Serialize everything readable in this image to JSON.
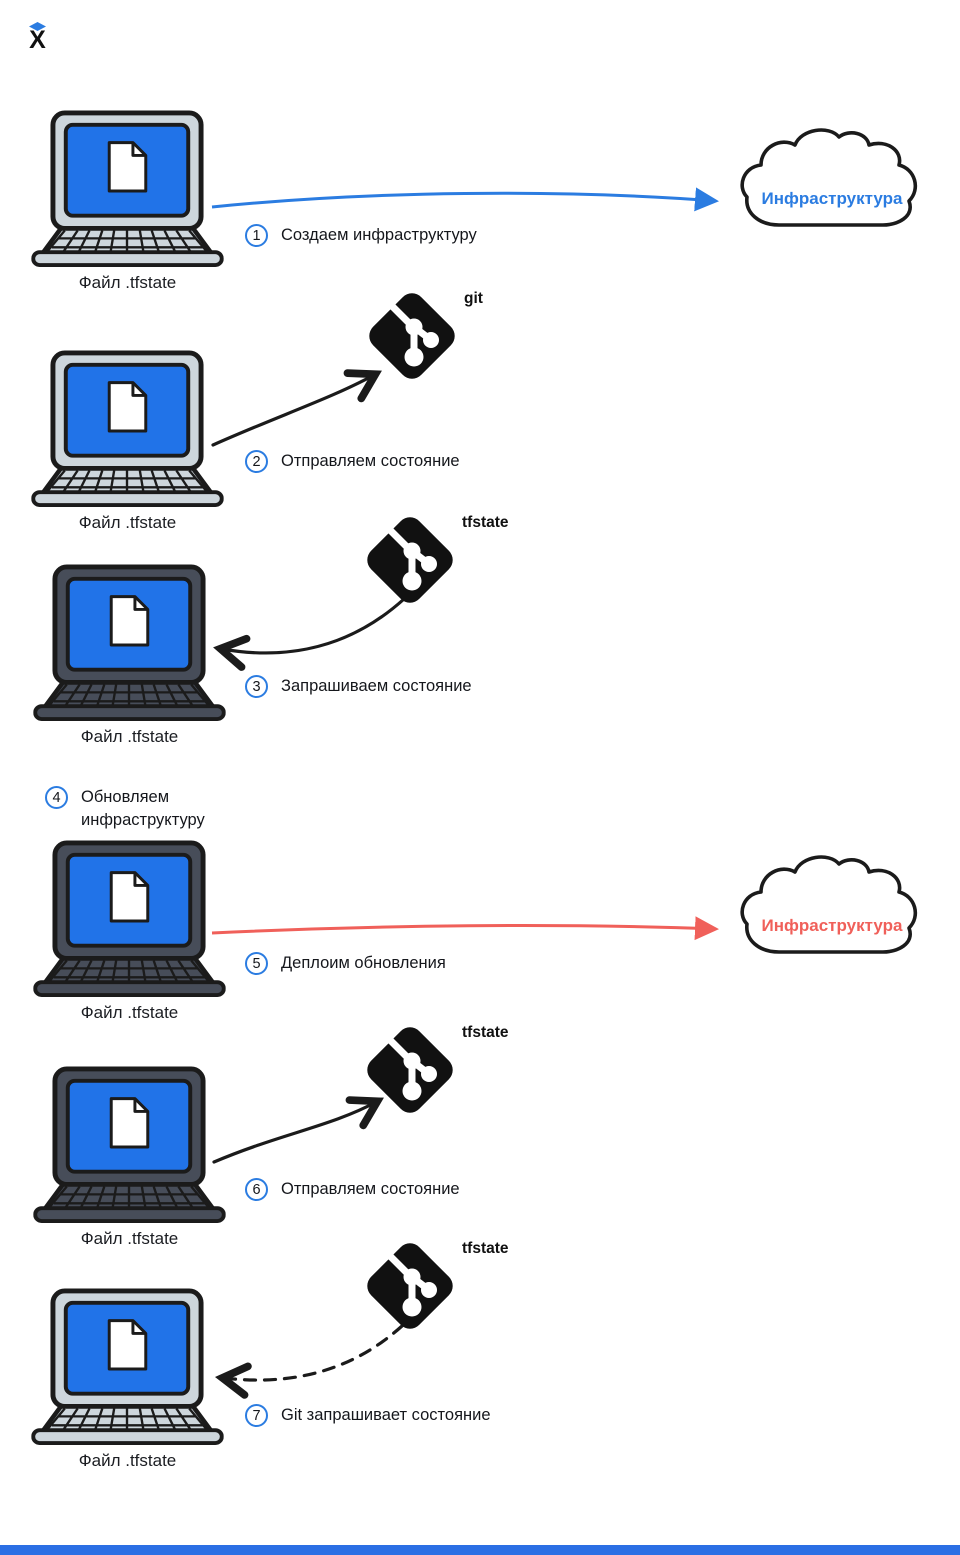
{
  "logo": {
    "glyph": "X"
  },
  "colors": {
    "accent_blue": "#2b7ce1",
    "accent_red": "#f0605a",
    "screen_blue": "#2173e8",
    "laptop_light": "#cdd6dc",
    "laptop_dark": "#474d59",
    "outline": "#1b1b1b",
    "footer_bar": "#2b6fe4"
  },
  "steps": [
    {
      "num": "1",
      "label": "Создаем инфраструктуру"
    },
    {
      "num": "2",
      "label": "Отправляем состояние"
    },
    {
      "num": "3",
      "label": "Запрашиваем состояние"
    },
    {
      "num": "4",
      "label": "Обновляем инфраструктуру"
    },
    {
      "num": "5",
      "label": "Деплоим обновления"
    },
    {
      "num": "6",
      "label": "Отправляем состояние"
    },
    {
      "num": "7",
      "label": "Git запрашивает состояние"
    }
  ],
  "laptops": [
    {
      "label": "Файл .tfstate",
      "variant": "light"
    },
    {
      "label": "Файл .tfstate",
      "variant": "light"
    },
    {
      "label": "Файл .tfstate",
      "variant": "dark"
    },
    {
      "label": "Файл .tfstate",
      "variant": "dark"
    },
    {
      "label": "Файл .tfstate",
      "variant": "dark"
    },
    {
      "label": "Файл .tfstate",
      "variant": "light"
    }
  ],
  "clouds": [
    {
      "label": "Инфраструктура",
      "color": "#2b7ce1"
    },
    {
      "label": "Инфраструктура",
      "color": "#f0605a"
    }
  ],
  "git_nodes": [
    {
      "label": "git"
    },
    {
      "label": "tfstate"
    },
    {
      "label": "tfstate"
    },
    {
      "label": "tfstate"
    }
  ]
}
